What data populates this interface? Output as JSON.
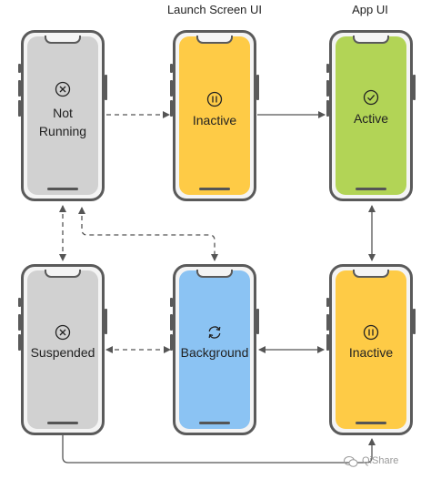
{
  "headers": {
    "launch_screen": "Launch Screen UI",
    "app": "App UI"
  },
  "states": {
    "not_running": {
      "label": "Not\nRunning",
      "icon": "x-circle-icon",
      "color": "#d1d1d1"
    },
    "inactive_launch": {
      "label": "Inactive",
      "icon": "pause-circle-icon",
      "color": "#fecb46"
    },
    "active": {
      "label": "Active",
      "icon": "check-circle-icon",
      "color": "#b2d456"
    },
    "suspended": {
      "label": "Suspended",
      "icon": "x-circle-icon",
      "color": "#d1d1d1"
    },
    "background": {
      "label": "Background",
      "icon": "refresh-icon",
      "color": "#8bc3f3"
    },
    "inactive_app": {
      "label": "Inactive",
      "icon": "pause-circle-icon",
      "color": "#fecb46"
    }
  },
  "watermark": "QiShare"
}
